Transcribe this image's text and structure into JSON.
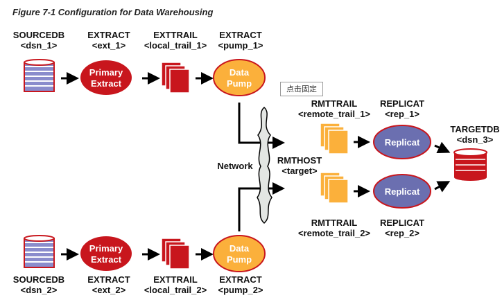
{
  "title": "Figure 7-1 Configuration for Data Warehousing",
  "colors": {
    "red": "#c8161d",
    "orange": "#fbb03b",
    "purple": "#6b6fb0",
    "cylinder_blue": "#8a8ccc"
  },
  "top": {
    "sourcedb": [
      "SOURCEDB",
      "<dsn_1>"
    ],
    "extract": [
      "EXTRACT",
      "<ext_1>"
    ],
    "exttrail": [
      "EXTTRAIL",
      "<local_trail_1>"
    ],
    "pump": [
      "EXTRACT",
      "<pump_1>"
    ],
    "primary": [
      "Primary",
      "Extract"
    ],
    "datapump": [
      "Data",
      "Pump"
    ]
  },
  "bottom": {
    "sourcedb": [
      "SOURCEDB",
      "<dsn_2>"
    ],
    "extract": [
      "EXTRACT",
      "<ext_2>"
    ],
    "exttrail": [
      "EXTTRAIL",
      "<local_trail_2>"
    ],
    "pump": [
      "EXTRACT",
      "<pump_2>"
    ],
    "primary": [
      "Primary",
      "Extract"
    ],
    "datapump": [
      "Data",
      "Pump"
    ]
  },
  "network": "Network",
  "rmthost": [
    "RMTHOST",
    "<target>"
  ],
  "right_top": {
    "rmttrail": [
      "RMTTRAIL",
      "<remote_trail_1>"
    ],
    "replicat": [
      "REPLICAT",
      "<rep_1>"
    ],
    "node": "Replicat"
  },
  "right_bottom": {
    "rmttrail": [
      "RMTTRAIL",
      "<remote_trail_2>"
    ],
    "replicat": [
      "REPLICAT",
      "<rep_2>"
    ],
    "node": "Replicat"
  },
  "targetdb": [
    "TARGETDB",
    "<dsn_3>"
  ],
  "tooltip": "点击固定"
}
